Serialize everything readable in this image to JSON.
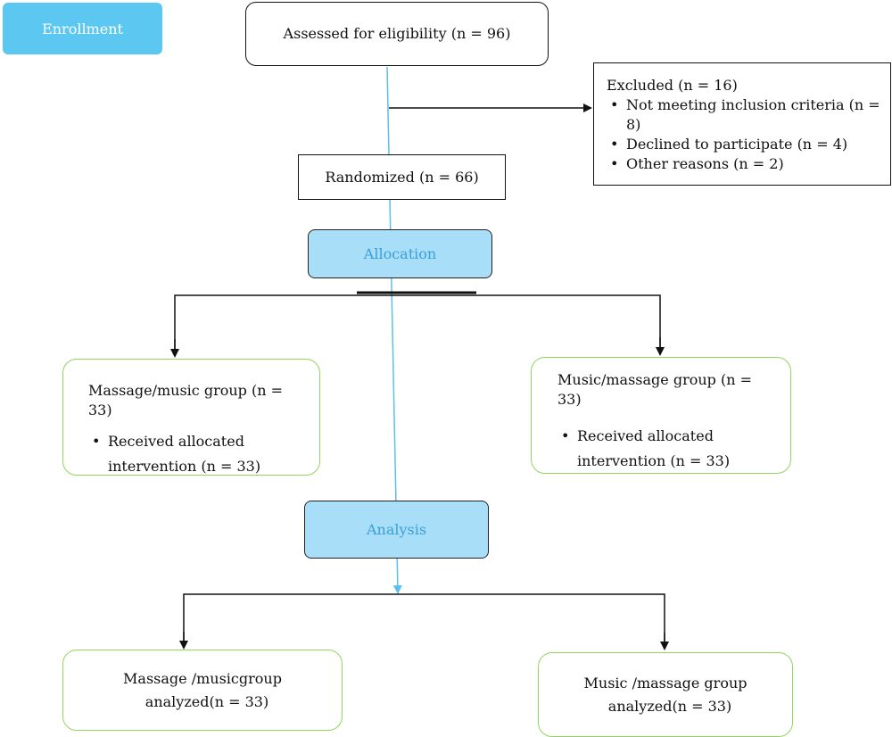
{
  "stages": {
    "enrollment": "Enrollment",
    "allocation": "Allocation",
    "analysis": "Analysis"
  },
  "assessed": "Assessed for eligibility (n = 96)",
  "excluded": {
    "title": "Excluded (n = 16)",
    "reasons": [
      "Not meeting inclusion criteria (n = 8)",
      "Declined to participate (n = 4)",
      "Other reasons (n = 2)"
    ]
  },
  "randomized": "Randomized (n = 66)",
  "allocation_groups": {
    "left": {
      "title": "Massage/music group (n = 33)",
      "item": "Received allocated intervention (n = 33)"
    },
    "right": {
      "title": "Music/massage group (n = 33)",
      "item": "Received allocated intervention (n = 33)"
    }
  },
  "analysis_groups": {
    "left": {
      "line1": "Massage /musicgroup",
      "line2": "analyzed(n = 33)"
    },
    "right": {
      "line1": "Music /massage group",
      "line2": "analyzed(n = 33)"
    }
  },
  "colors": {
    "stage_fill": "#a9def9",
    "enrollment_fill": "#5cc8f2",
    "flow_line": "#5bc0eb",
    "group_border": "#8fd65c"
  }
}
